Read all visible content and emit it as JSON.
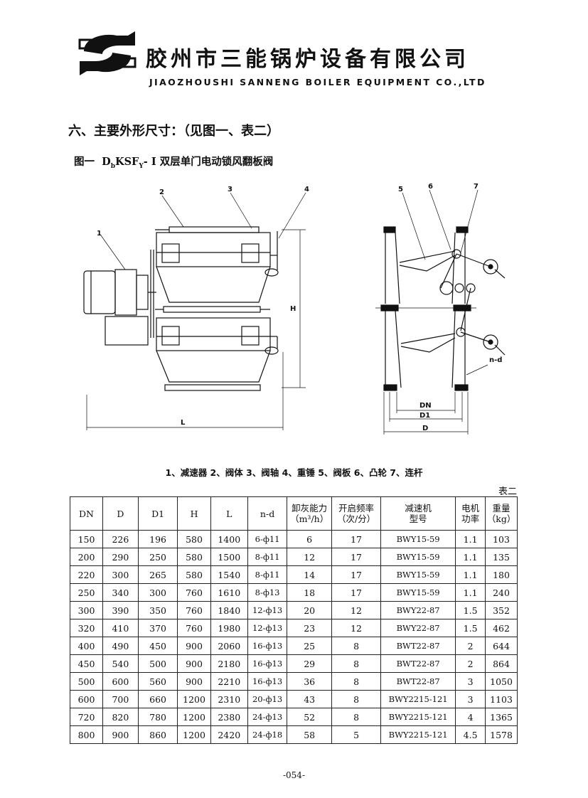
{
  "header": {
    "company_cn": "胶州市三能锅炉设备有限公司",
    "company_en": "JIAOZHOUSHI SANNENG BOILER EQUIPMENT CO.,LTD"
  },
  "section_title": "六、主要外形尺寸：（见图一、表二）",
  "figure": {
    "prefix": "图一",
    "model_a": "D",
    "model_sub": "b",
    "model_b": "KSF",
    "model_sub2": "Y",
    "model_c": "- I",
    "name": "双层单门电动锁风翻板阀",
    "callouts": [
      "1",
      "2",
      "3",
      "4",
      "5",
      "6",
      "7"
    ],
    "dims": {
      "h": "H",
      "l": "L",
      "dn": "DN",
      "d1": "D1",
      "d": "D",
      "nd": "n-d"
    }
  },
  "legend": "1、减速器  2、阀体 3、阀轴 4、重锤 5、阀板 6、凸轮 7、连杆",
  "table_caption": "表二",
  "table": {
    "headers": [
      "DN",
      "D",
      "D1",
      "H",
      "L",
      "n-d",
      "卸灰能力\n（m³/h）",
      "开启频率\n（次/分）",
      "减速机\n型号",
      "电机\n功率",
      "重量\n（kg）"
    ],
    "rows": [
      [
        "150",
        "226",
        "196",
        "580",
        "1400",
        "6-ф11",
        "6",
        "17",
        "BWY15-59",
        "1.1",
        "103"
      ],
      [
        "200",
        "290",
        "250",
        "580",
        "1500",
        "8-ф11",
        "12",
        "17",
        "BWY15-59",
        "1.1",
        "135"
      ],
      [
        "220",
        "300",
        "265",
        "580",
        "1540",
        "8-ф11",
        "14",
        "17",
        "BWY15-59",
        "1.1",
        "180"
      ],
      [
        "250",
        "340",
        "300",
        "760",
        "1610",
        "8-ф13",
        "18",
        "17",
        "BWY15-59",
        "1.1",
        "240"
      ],
      [
        "300",
        "390",
        "350",
        "760",
        "1840",
        "12-ф13",
        "20",
        "12",
        "BWY22-87",
        "1.5",
        "352"
      ],
      [
        "320",
        "410",
        "370",
        "760",
        "1980",
        "12-ф13",
        "23",
        "12",
        "BWY22-87",
        "1.5",
        "462"
      ],
      [
        "400",
        "490",
        "450",
        "900",
        "2060",
        "16-ф13",
        "25",
        "8",
        "BWT22-87",
        "2",
        "644"
      ],
      [
        "450",
        "540",
        "500",
        "900",
        "2180",
        "16-ф13",
        "29",
        "8",
        "BWT22-87",
        "2",
        "864"
      ],
      [
        "500",
        "600",
        "560",
        "900",
        "2210",
        "16-ф13",
        "36",
        "8",
        "BWT22-87",
        "3",
        "1050"
      ],
      [
        "600",
        "700",
        "660",
        "1200",
        "2310",
        "20-ф13",
        "43",
        "8",
        "BWY2215-121",
        "3",
        "1103"
      ],
      [
        "720",
        "820",
        "780",
        "1200",
        "2380",
        "24-ф13",
        "52",
        "8",
        "BWY2215-121",
        "4",
        "1365"
      ],
      [
        "800",
        "900",
        "860",
        "1200",
        "2420",
        "24-ф18",
        "58",
        "5",
        "BWY2215-121",
        "4.5",
        "1578"
      ]
    ]
  },
  "footer": "-054-"
}
